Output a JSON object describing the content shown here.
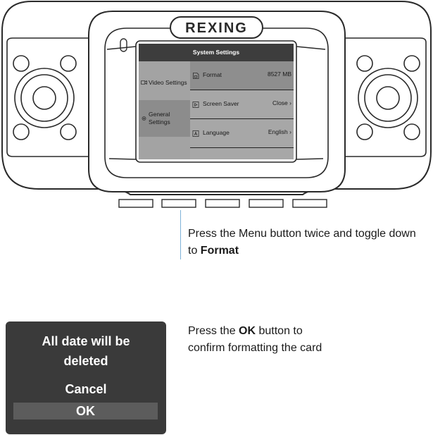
{
  "device": {
    "brand": "REXING"
  },
  "screen": {
    "title": "System Settings",
    "sidebar": [
      {
        "label": "Video Settings",
        "icon": "video-camera-icon",
        "selected": false
      },
      {
        "label": "General Settings",
        "icon": "gear-icon",
        "selected": true
      }
    ],
    "rows": [
      {
        "label": "Format",
        "value": "8527 MB",
        "icon": "sd-card-icon",
        "selected": true
      },
      {
        "label": "Screen Saver",
        "value": "Close",
        "icon": "screen-saver-icon",
        "selected": false
      },
      {
        "label": "Language",
        "value": "English",
        "icon": "language-icon",
        "selected": false
      }
    ]
  },
  "instructions": {
    "step1_pre": "Press the Menu button twice and toggle down to ",
    "step1_bold": "Format",
    "step2_pre": "Press the ",
    "step2_bold": "OK",
    "step2_post": " button to confirm formatting the card"
  },
  "dialog": {
    "message": "All date will be deleted",
    "cancel_label": "Cancel",
    "ok_label": "OK"
  },
  "colors": {
    "screen_bg": "#a3a3a3",
    "title_bar": "#3d3d3d",
    "dialog_bg": "#3a3a3a",
    "callout_line": "#7fb3d8"
  }
}
